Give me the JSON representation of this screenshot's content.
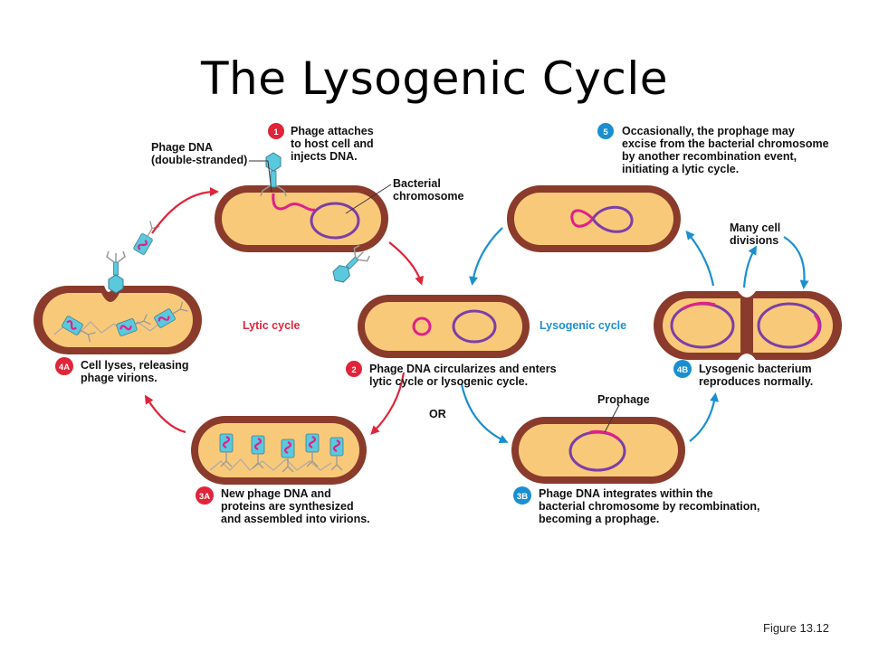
{
  "title": "The Lysogenic Cycle",
  "figure_ref": "Figure 13.12",
  "colors": {
    "lytic": "#e0243a",
    "lysogenic": "#1a8fd0",
    "cell_wall": "#8a3b2b",
    "cytoplasm": "#f9c97a",
    "chromosome": "#7b3fa6",
    "phage_dna": "#e0208a",
    "phage_head": "#5ac9dc"
  },
  "labels": {
    "phage_dna": [
      "Phage DNA",
      "(double-stranded)"
    ],
    "bacterial_chromosome": [
      "Bacterial",
      "chromosome"
    ],
    "lytic_cycle": "Lytic cycle",
    "lysogenic_cycle": "Lysogenic cycle",
    "or": "OR",
    "prophage": "Prophage",
    "many_cell_divisions": [
      "Many cell",
      "divisions"
    ]
  },
  "steps": [
    {
      "num": "1",
      "cycle": "lytic",
      "text": [
        "Phage attaches",
        "to host cell and",
        "injects DNA."
      ]
    },
    {
      "num": "2",
      "cycle": "lytic",
      "text": [
        "Phage DNA circularizes and enters",
        "lytic cycle or lysogenic cycle."
      ]
    },
    {
      "num": "3A",
      "cycle": "lytic",
      "text": [
        "New phage DNA and",
        "proteins are synthesized",
        "and assembled into virions."
      ]
    },
    {
      "num": "4A",
      "cycle": "lytic",
      "text": [
        "Cell lyses, releasing",
        "phage virions."
      ]
    },
    {
      "num": "3B",
      "cycle": "lysogenic",
      "text": [
        "Phage DNA integrates within the",
        "bacterial chromosome by recombination,",
        "becoming a prophage."
      ]
    },
    {
      "num": "4B",
      "cycle": "lysogenic",
      "text": [
        "Lysogenic bacterium",
        "reproduces normally."
      ]
    },
    {
      "num": "5",
      "cycle": "lysogenic",
      "text": [
        "Occasionally, the prophage may",
        "excise from the bacterial chromosome",
        "by another recombination event,",
        "initiating a lytic cycle."
      ]
    }
  ]
}
